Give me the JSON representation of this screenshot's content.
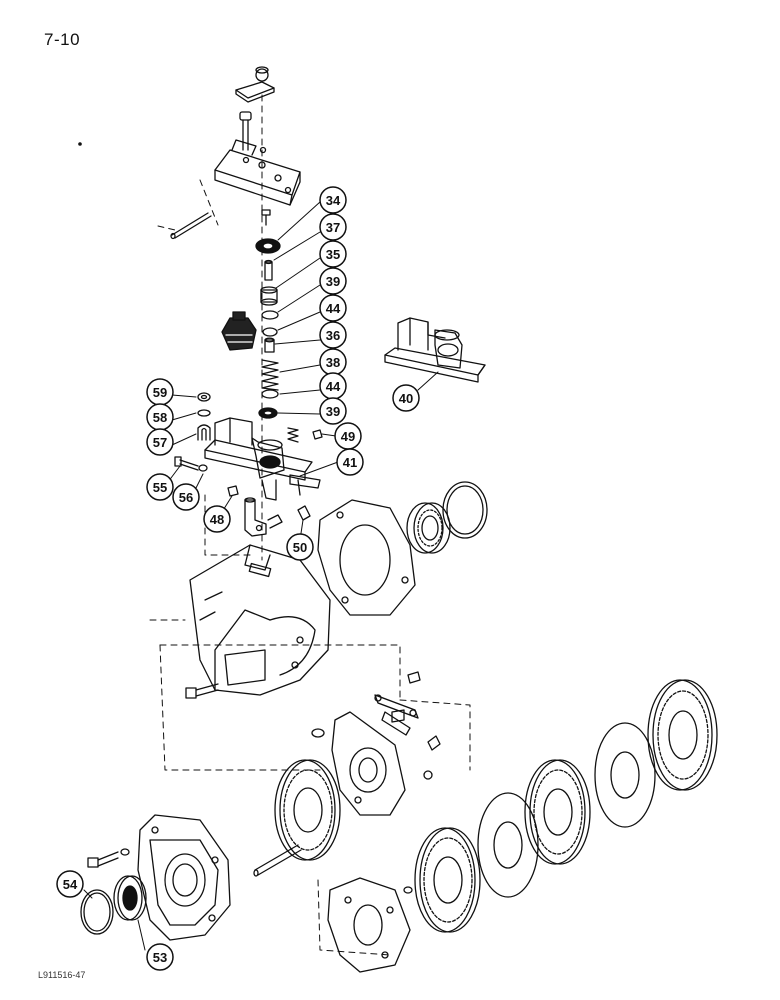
{
  "page": {
    "number": "7-10",
    "figure_id": "L911516-47"
  },
  "callouts": [
    {
      "id": "c34",
      "label": "34"
    },
    {
      "id": "c37",
      "label": "37"
    },
    {
      "id": "c35",
      "label": "35"
    },
    {
      "id": "c39a",
      "label": "39"
    },
    {
      "id": "c44a",
      "label": "44"
    },
    {
      "id": "c36",
      "label": "36"
    },
    {
      "id": "c38",
      "label": "38"
    },
    {
      "id": "c44b",
      "label": "44"
    },
    {
      "id": "c39b",
      "label": "39"
    },
    {
      "id": "c40",
      "label": "40"
    },
    {
      "id": "c59",
      "label": "59"
    },
    {
      "id": "c58",
      "label": "58"
    },
    {
      "id": "c57",
      "label": "57"
    },
    {
      "id": "c49",
      "label": "49"
    },
    {
      "id": "c41",
      "label": "41"
    },
    {
      "id": "c55",
      "label": "55"
    },
    {
      "id": "c56",
      "label": "56"
    },
    {
      "id": "c48",
      "label": "48"
    },
    {
      "id": "c50",
      "label": "50"
    },
    {
      "id": "c54",
      "label": "54"
    },
    {
      "id": "c53",
      "label": "53"
    }
  ]
}
